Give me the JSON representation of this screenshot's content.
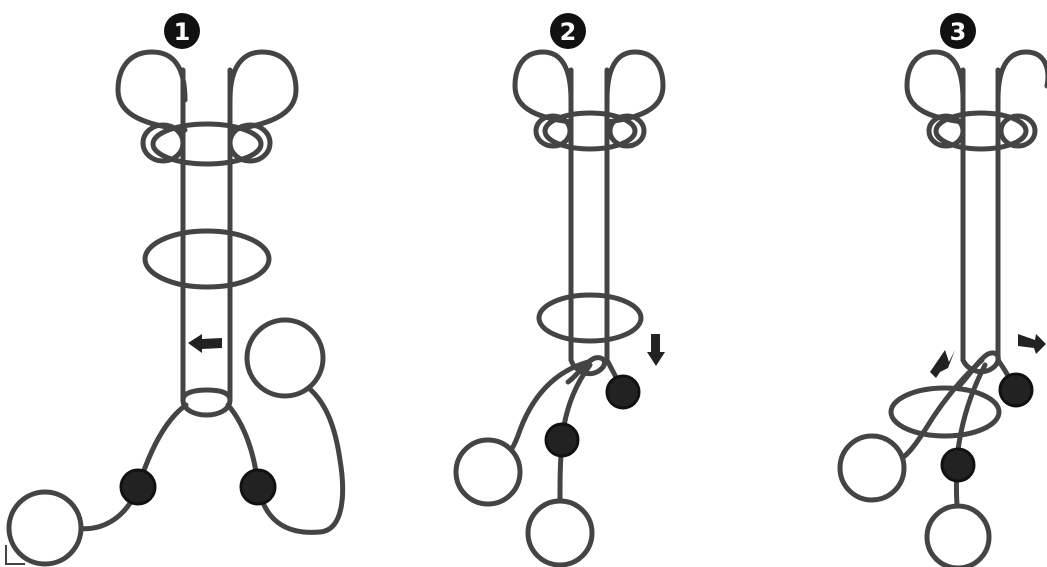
{
  "steps": [
    {
      "number": "1"
    },
    {
      "number": "2"
    },
    {
      "number": "3"
    }
  ],
  "colors": {
    "line": "#444444",
    "bead": "#222222",
    "badge": "#111111",
    "arrow": "#222222",
    "background": "#ffffff"
  }
}
